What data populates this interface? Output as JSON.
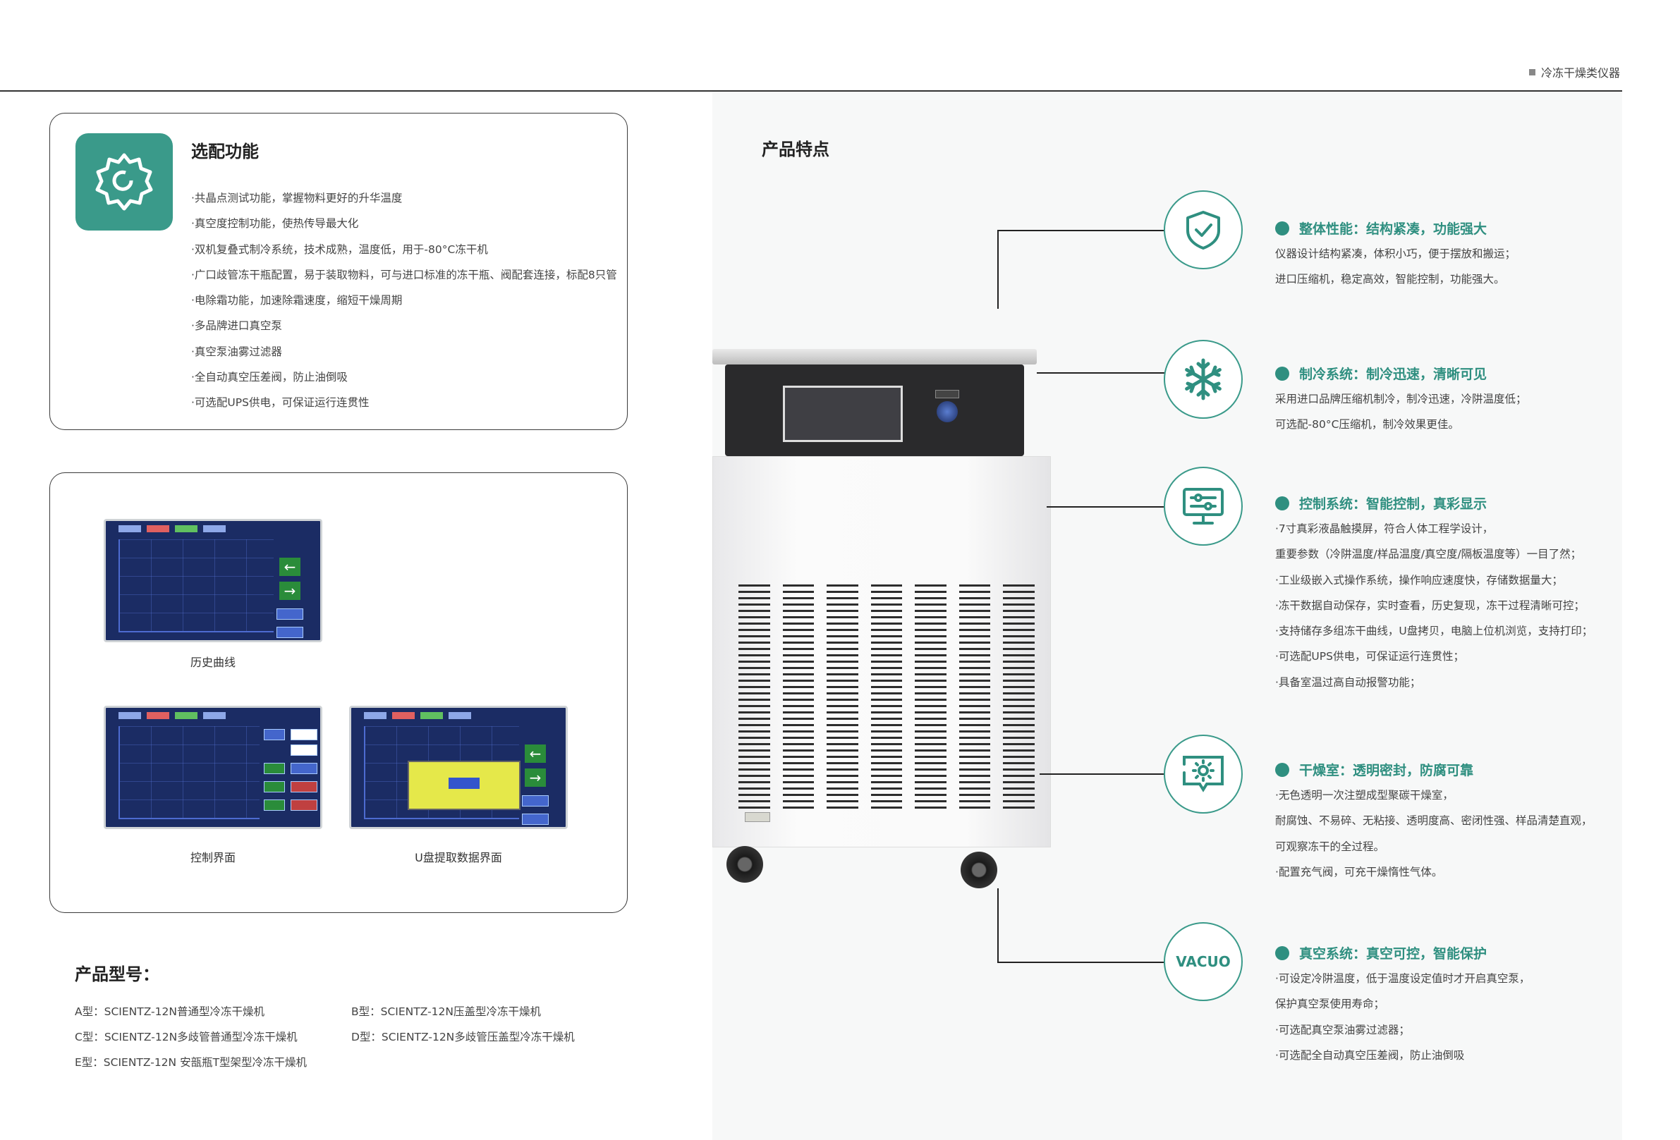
{
  "header": {
    "category": "冷冻干燥类仪器"
  },
  "options": {
    "title": "选配功能",
    "items": [
      "·共晶点测试功能，掌握物料更好的升华温度",
      "·真空度控制功能，使热传导最大化",
      "·双机复叠式制冷系统，技术成熟，温度低，用于-80°C冻干机",
      "·广口歧管冻干瓶配置，易于装取物料，可与进口标准的冻干瓶、阀配套连接，标配8只管",
      "·电除霜功能，加速除霜速度，缩短干燥周期",
      "·多品牌进口真空泵",
      "·真空泵油雾过滤器",
      "·全自动真空压差阀，防止油倒吸",
      "·可选配UPS供电，可保证运行连贯性"
    ]
  },
  "screens": {
    "history_caption": "历史曲线",
    "control_caption": "控制界面",
    "usb_caption": "U盘提取数据界面"
  },
  "models": {
    "title": "产品型号：",
    "a": "A型：SCIENTZ-12N普通型冷冻干燥机",
    "b": "B型：SCIENTZ-12N压盖型冷冻干燥机",
    "c": "C型：SCIENTZ-12N多歧管普通型冷冻干燥机",
    "d": "D型：SCIENTZ-12N多歧管压盖型冷冻干燥机",
    "e": "E型：SCIENTZ-12N 安瓿瓶T型架型冷冻干燥机"
  },
  "product_features": {
    "title": "产品特点",
    "features": [
      {
        "title": "整体性能：结构紧凑，功能强大",
        "icon": "shield-check-icon",
        "lines": [
          "仪器设计结构紧凑，体积小巧，便于摆放和搬运；",
          "进口压缩机，稳定高效，智能控制，功能强大。"
        ]
      },
      {
        "title": "制冷系统：制冷迅速，清晰可见",
        "icon": "snowflake-icon",
        "lines": [
          "采用进口品牌压缩机制冷，制冷迅速，冷阱温度低；",
          "可选配-80°C压缩机，制冷效果更佳。"
        ]
      },
      {
        "title": "控制系统：智能控制，真彩显示",
        "icon": "monitor-sliders-icon",
        "lines": [
          "·7寸真彩液晶触摸屏，符合人体工程学设计，",
          " 重要参数（冷阱温度/样品温度/真空度/隔板温度等）一目了然；",
          "·工业级嵌入式操作系统，操作响应速度快，存储数据量大；",
          "·冻干数据自动保存，实时查看，历史复现，冻干过程清晰可控；",
          "·支持储存多组冻干曲线，U盘拷贝，电脑上位机浏览，支持打印；",
          "·可选配UPS供电，可保证运行连贯性；",
          "·具备室温过高自动报警功能；"
        ]
      },
      {
        "title": "干燥室：透明密封，防腐可靠",
        "icon": "chamber-icon",
        "lines": [
          "·无色透明一次注塑成型聚碳干燥室，",
          " 耐腐蚀、不易碎、无粘接、透明度高、密闭性强、样品清楚直观，",
          " 可观察冻干的全过程。",
          "·配置充气阀，可充干燥惰性气体。"
        ]
      },
      {
        "title": "真空系统：真空可控，智能保护",
        "icon_text": "VACUO",
        "lines": [
          "·可设定冷阱温度，低于温度设定值时才开启真空泵，",
          " 保护真空泵使用寿命；",
          "·可选配真空泵油雾过滤器；",
          "·可选配全自动真空压差阀，防止油倒吸"
        ]
      }
    ]
  },
  "colors": {
    "accent": "#2f8f80",
    "icon_bg": "#3a9a8a"
  }
}
